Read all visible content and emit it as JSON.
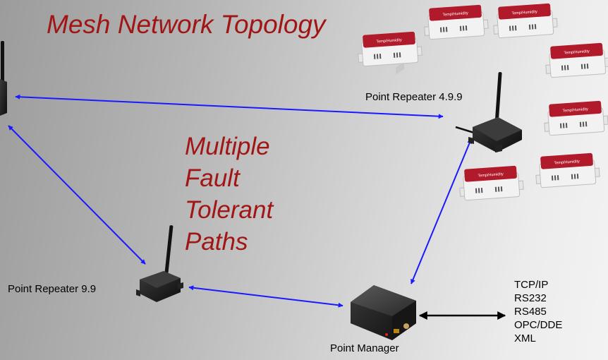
{
  "title": "Mesh Network Topology",
  "paths_text": [
    "Multiple",
    "Fault",
    "Tolerant",
    "Paths"
  ],
  "nodes": {
    "repeater_top": "Point Repeater 4.9.9",
    "repeater_left": "Point Repeater 9.9",
    "manager": "Point Manager"
  },
  "protocols": [
    "TCP/IP",
    "RS232",
    "RS485",
    "OPC/DDE",
    "XML"
  ],
  "sensor_label": "Temp/Humidity",
  "colors": {
    "title": "#a11515",
    "link_arrow": "#1a1aff",
    "serial_arrow": "#000000",
    "sensor_top": "#b01a2a",
    "device_body": "#1a1a1a"
  }
}
